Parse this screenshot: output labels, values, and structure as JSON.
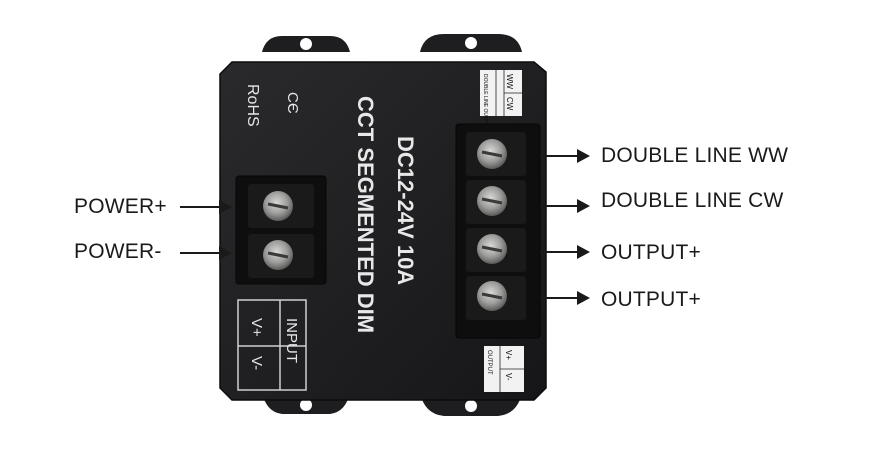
{
  "device": {
    "model_line1": "CCT SEGMENTED DIM",
    "model_line2": "DC12-24V   10A",
    "rohs": "RoHS",
    "ce": "CЄ",
    "input_label": "INPUT",
    "v_plus": "V+",
    "v_minus": "V-",
    "top_label_title": "DOUBLE LINE OUTPUT",
    "top_label_cw": "CW",
    "top_label_ww": "WW",
    "bottom_label_title": "OUTPUT",
    "bottom_label_vminus": "V-",
    "bottom_label_vplus": "V+"
  },
  "callouts": {
    "power_plus": "POWER+",
    "power_minus": "POWER-",
    "double_line_ww": "DOUBLE LINE WW",
    "double_line_cw": "DOUBLE LINE CW",
    "output_plus_1": "OUTPUT+",
    "output_plus_2": "OUTPUT+"
  },
  "colors": {
    "body": "#1b1b1d",
    "terminal": "#111111",
    "screw": "#9a9a98",
    "label_plate": "#f2f2f2"
  }
}
